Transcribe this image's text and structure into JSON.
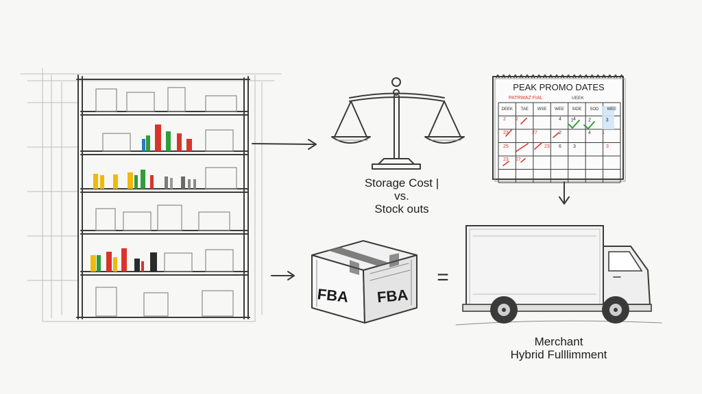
{
  "calendar": {
    "title": "PEAK PROMO DATES",
    "subtitle": "PATRWAZ FIAL",
    "header_right": "UEEK",
    "week_header": [
      "DEEK",
      "TAE",
      "WSE",
      "WEE",
      "SIDE",
      "SOD",
      "WEE"
    ],
    "day_numbers": [
      "1",
      "2",
      "3"
    ]
  },
  "scale_label": {
    "line1": "Storage Cost |",
    "line2": "vs.",
    "line3": "Stock outs"
  },
  "fba_box": {
    "face1": "FBA",
    "face2": "FBA"
  },
  "equals_sign": "=",
  "truck_label": {
    "line1": "Merchant",
    "line2": "Hybrid Fulllimment"
  },
  "colors": {
    "ink": "#3a3a3a",
    "red": "#d9342b",
    "green": "#2e9d3a",
    "yellow": "#f2b90d",
    "blue": "#2f78c4",
    "dark": "#2b2b2b",
    "highlight": "#cfe6f7"
  }
}
